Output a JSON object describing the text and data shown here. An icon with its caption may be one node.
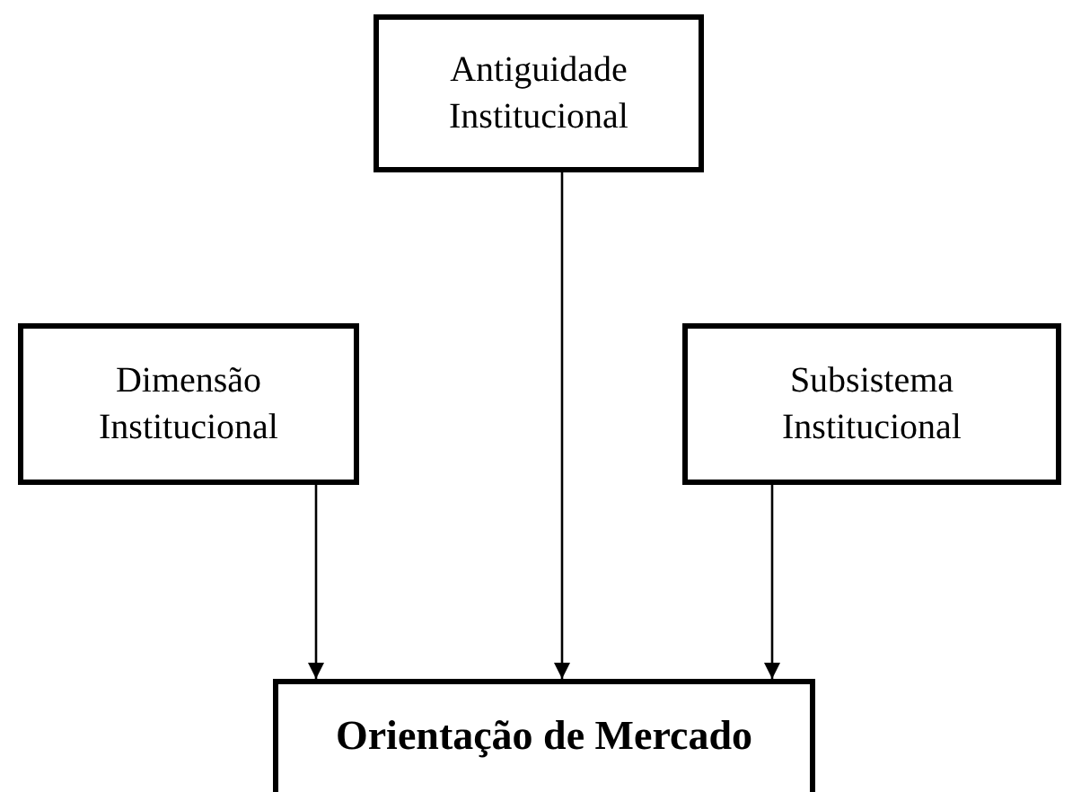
{
  "diagram": {
    "nodes": [
      {
        "text": [
          "Antiguidade Institucional"
        ]
      },
      {
        "text": [
          "Dimensão Institucional"
        ]
      },
      {
        "text": [
          "Subsistema Institucional"
        ]
      },
      {
        "text": [
          "Orientação de Mercado"
        ]
      }
    ],
    "edges": [
      {
        "from": 1,
        "to": 3,
        "arrow": "to"
      },
      {
        "from": 0,
        "to": 3,
        "arrow": "to"
      },
      {
        "from": 2,
        "to": 3,
        "arrow": "to"
      }
    ]
  }
}
